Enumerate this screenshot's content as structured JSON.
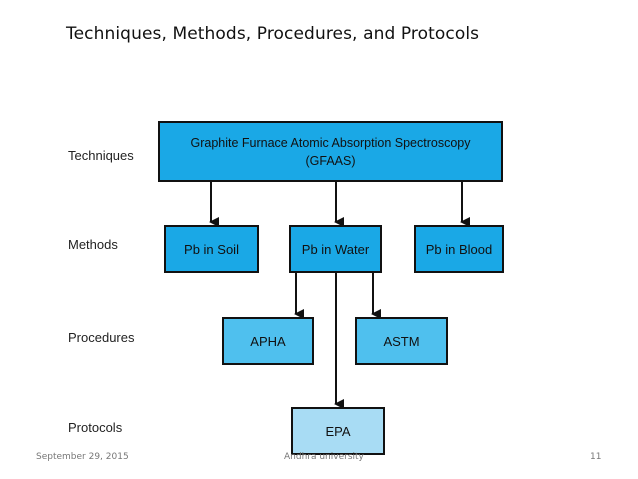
{
  "slide": {
    "title": "Techniques, Methods, Procedures, and Protocols"
  },
  "diagram": {
    "row_labels": {
      "techniques": "Techniques",
      "methods": "Methods",
      "procedures": "Procedures",
      "protocols": "Protocols"
    },
    "technique": {
      "line1": "Graphite Furnace Atomic Absorption Spectroscopy",
      "line2": "(GFAAS)"
    },
    "methods": {
      "soil": "Pb in Soil",
      "water": "Pb in Water",
      "blood": "Pb in Blood"
    },
    "procedures": {
      "apha": "APHA",
      "astm": "ASTM"
    },
    "protocols": {
      "epa": "EPA"
    },
    "colors": {
      "technique_fill": "#1aa8e6",
      "method_fill": "#1aa8e6",
      "procedure_fill": "#4fc0ee",
      "protocol_fill": "#a8dcf4",
      "border": "#111111"
    }
  },
  "footer": {
    "date": "September 29, 2015",
    "center": "Andhra university",
    "page": "11"
  }
}
